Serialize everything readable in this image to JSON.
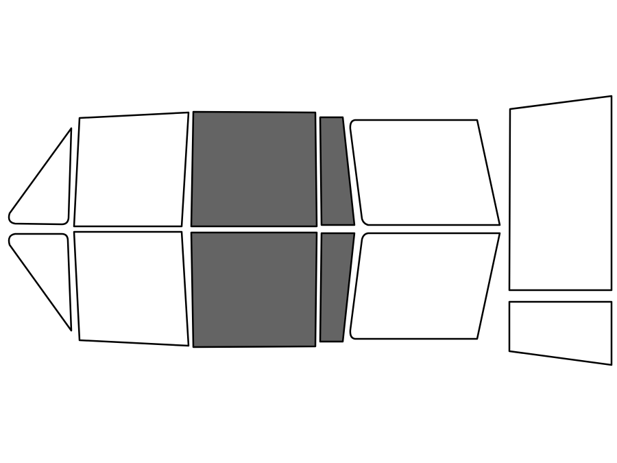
{
  "colors": {
    "background": "#ffffff",
    "outline": "#000000",
    "unselected_fill": "#ffffff",
    "selected_fill": "#646464"
  },
  "panes": [
    {
      "id": "front-quarter-top",
      "icon": "window-pane",
      "selected": false
    },
    {
      "id": "front-quarter-bottom",
      "icon": "window-pane",
      "selected": false
    },
    {
      "id": "front-door-top",
      "icon": "window-pane",
      "selected": false
    },
    {
      "id": "front-door-bottom",
      "icon": "window-pane",
      "selected": false
    },
    {
      "id": "rear-door-top",
      "icon": "window-pane",
      "selected": true
    },
    {
      "id": "rear-door-bottom",
      "icon": "window-pane",
      "selected": true
    },
    {
      "id": "rear-vent-top",
      "icon": "window-pane",
      "selected": true
    },
    {
      "id": "rear-vent-bottom",
      "icon": "window-pane",
      "selected": true
    },
    {
      "id": "rear-quarter-top",
      "icon": "window-pane",
      "selected": false
    },
    {
      "id": "rear-quarter-bottom",
      "icon": "window-pane",
      "selected": false
    },
    {
      "id": "back-window",
      "icon": "window-pane",
      "selected": false
    },
    {
      "id": "back-lower-window",
      "icon": "window-pane",
      "selected": false
    }
  ]
}
